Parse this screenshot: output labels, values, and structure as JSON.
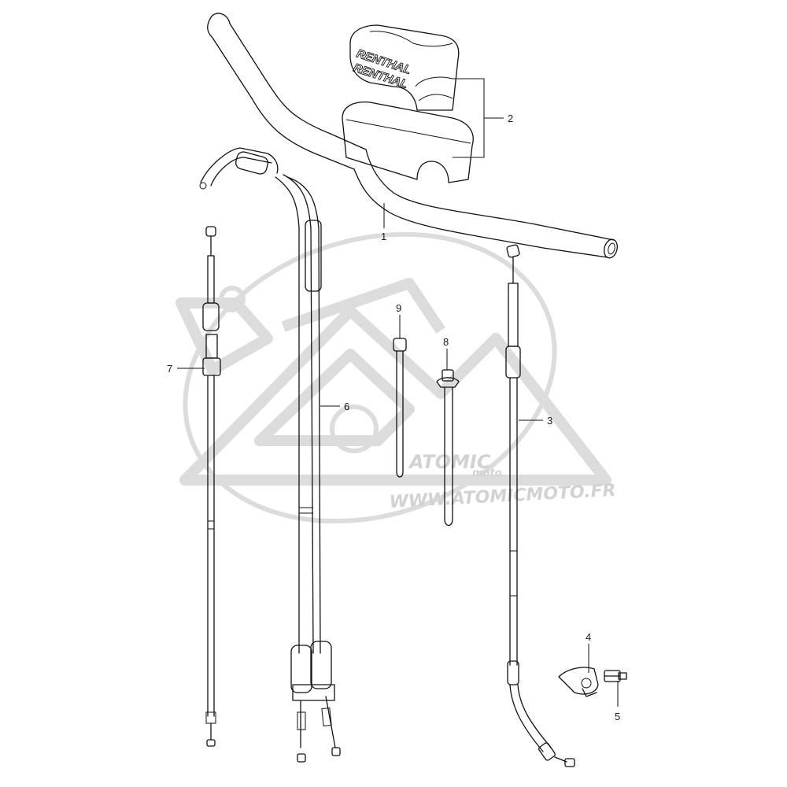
{
  "watermark": {
    "brand_text": "ATOMIC",
    "brand_sub": "moto",
    "url": "WWW.ATOMICMOTO.FR"
  },
  "pad": {
    "brand_top": "RENTHAL",
    "brand_side": "RENTHAL"
  },
  "callouts": [
    {
      "id": "handlebar",
      "label": "1"
    },
    {
      "id": "handlebar-pad",
      "label": "2"
    },
    {
      "id": "clutch-cable",
      "label": "3"
    },
    {
      "id": "clamp",
      "label": "4"
    },
    {
      "id": "bolt",
      "label": "5"
    },
    {
      "id": "throttle-cable",
      "label": "6"
    },
    {
      "id": "hot-start-cable",
      "label": "7"
    },
    {
      "id": "clamp-tie",
      "label": "8"
    },
    {
      "id": "cable-tie",
      "label": "9"
    }
  ]
}
